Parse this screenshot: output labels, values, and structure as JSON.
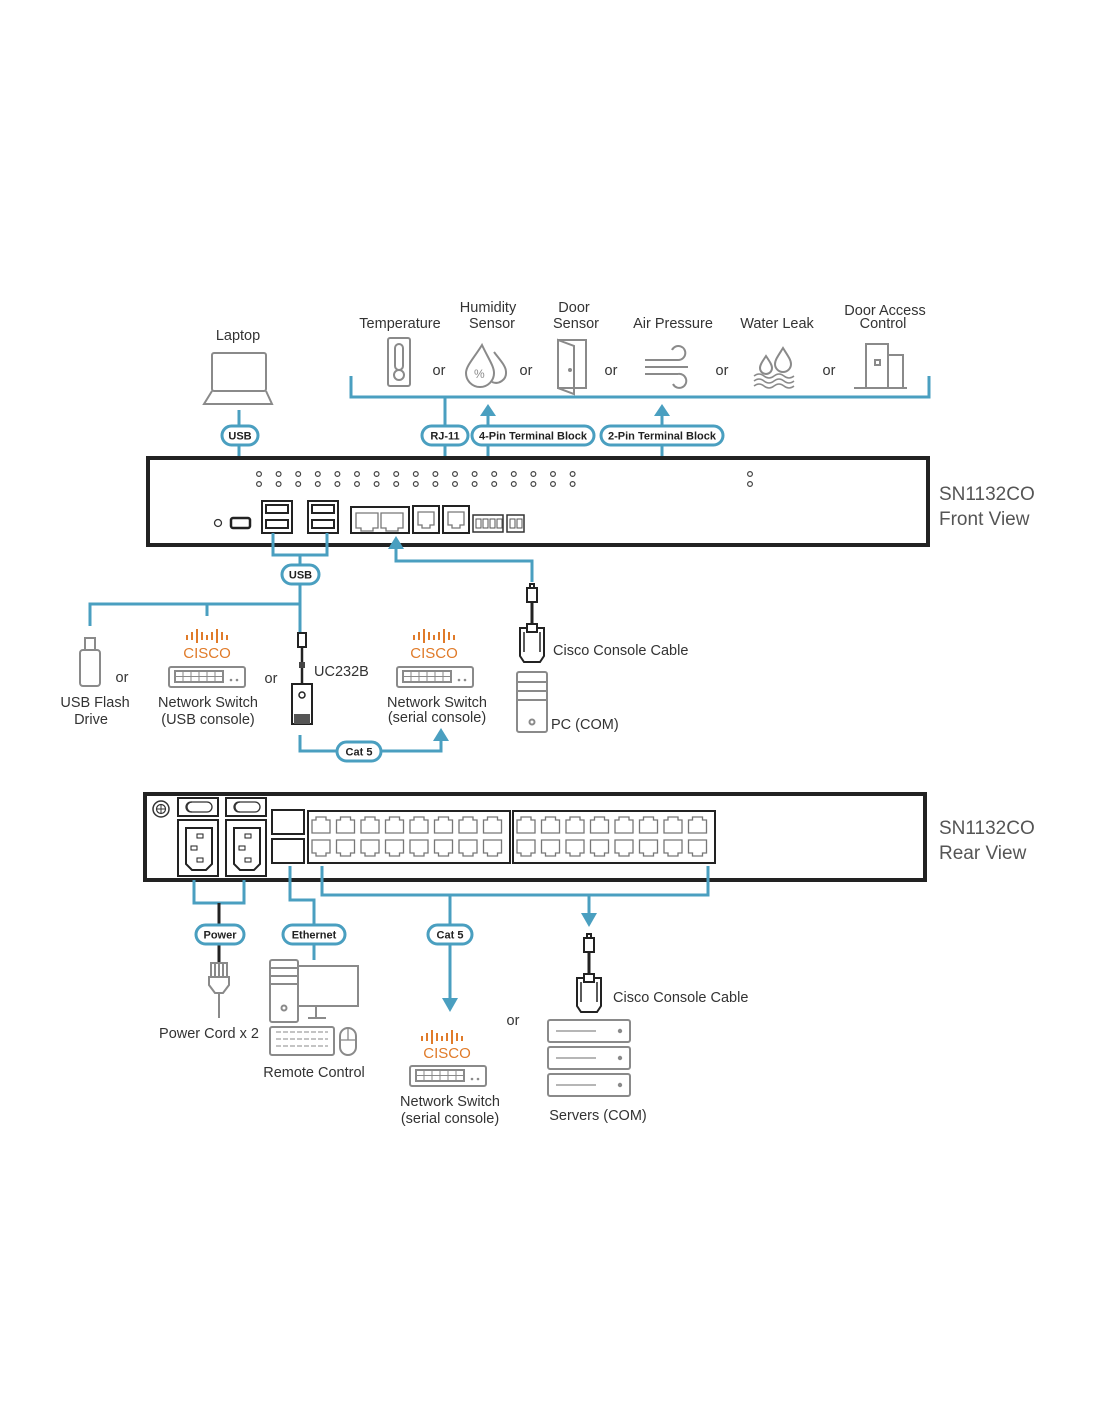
{
  "colors": {
    "wire": "#4a9fc0",
    "cisco": "#e07b2a",
    "device_outline": "#222222",
    "icon_gray": "#8a8a8a"
  },
  "front": {
    "title_line1": "SN1132CO",
    "title_line2": "Front View",
    "sensors": [
      {
        "label": [
          "Temperature"
        ],
        "icon": "thermometer-icon"
      },
      {
        "label": [
          "Humidity",
          "Sensor"
        ],
        "icon": "humidity-icon"
      },
      {
        "label": [
          "Door",
          "Sensor"
        ],
        "icon": "door-icon"
      },
      {
        "label": [
          "Air Pressure"
        ],
        "icon": "wind-icon"
      },
      {
        "label": [
          "Water Leak"
        ],
        "icon": "water-leak-icon"
      },
      {
        "label": [
          "Door Access",
          "Control"
        ],
        "icon": "door-access-icon"
      }
    ],
    "or": "or",
    "pills": {
      "rj11": "RJ-11",
      "pin4": "4-Pin Terminal Block",
      "pin2": "2-Pin Terminal Block",
      "usb_top": "USB",
      "usb_bottom": "USB",
      "cat5": "Cat 5"
    },
    "laptop": "Laptop",
    "usb_flash": [
      "USB Flash",
      "Drive"
    ],
    "cisco_logo": "CISCO",
    "switch_usb": [
      "Network Switch",
      "(USB console)"
    ],
    "uc232b": "UC232B",
    "switch_serial": [
      "Network Switch",
      "(serial console)"
    ],
    "console_cable": "Cisco Console Cable",
    "pc_com": "PC (COM)"
  },
  "rear": {
    "title_line1": "SN1132CO",
    "title_line2": "Rear View",
    "pills": {
      "power": "Power",
      "ethernet": "Ethernet",
      "cat5": "Cat 5"
    },
    "power_cord": "Power Cord x 2",
    "remote_control": "Remote Control",
    "cisco_logo": "CISCO",
    "switch_serial": [
      "Network Switch",
      "(serial console)"
    ],
    "or": "or",
    "console_cable": "Cisco Console Cable",
    "servers": "Servers (COM)"
  }
}
